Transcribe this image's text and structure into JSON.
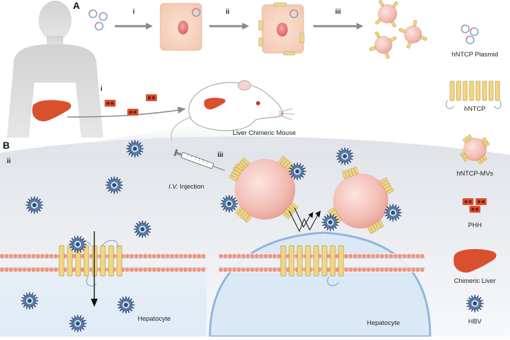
{
  "panels": {
    "a": "A",
    "b": "B"
  },
  "steps": {
    "a_i": "i",
    "a_ii": "ii",
    "a_iii": "iii",
    "mouse_i": "i",
    "b_ii": "ii",
    "b_iii": "iii"
  },
  "labels": {
    "liver_chimeric_mouse": "Liver Chimeric Mouse",
    "iv_injection_italic": "I.V.",
    "iv_injection_rest": " Injection",
    "hepatocyte_left": "Hepatocyte",
    "hepatocyte_right": "Hepatocyte"
  },
  "legend": [
    {
      "icon": "plasmid-icon",
      "label": "hNTCP Plasmid"
    },
    {
      "icon": "receptor-icon",
      "label": "hNTCP"
    },
    {
      "icon": "microvesicle-icon",
      "label": "hNTCP-MVs"
    },
    {
      "icon": "phh-icon",
      "label": "PHH"
    },
    {
      "icon": "liver-icon",
      "label": "Chimeric Liver"
    },
    {
      "icon": "hbv-icon",
      "label": "HBV"
    }
  ],
  "colors": {
    "liver": "#d9502f",
    "cell": "#f6d2be",
    "nucleus": "#e9767a",
    "receptor": "#f3d684",
    "membrane_head": "#f0967e",
    "hbv_outer": "#3d5c8a",
    "mv": "#f0b7b0"
  }
}
